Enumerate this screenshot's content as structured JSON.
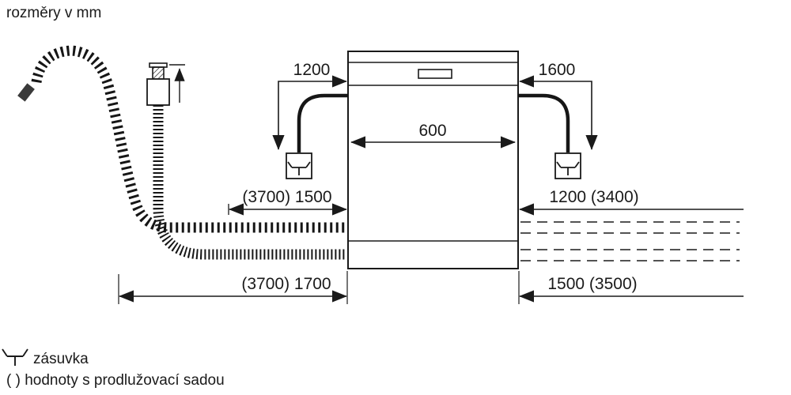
{
  "title": "rozměry v mm",
  "colors": {
    "line": "#1a1a1a",
    "text": "#1a1a1a",
    "background": "#ffffff"
  },
  "dimensions": {
    "power_cord_left": "1200",
    "power_cord_right": "1600",
    "appliance_width": "600",
    "drain_hose_left": "(3700) 1500",
    "drain_hose_right": "1200 (3400)",
    "supply_hose_left": "(3700) 1700",
    "supply_hose_right": "1500 (3500)"
  },
  "legend": {
    "socket_icon": "socket-icon",
    "socket_label": "zásuvka",
    "extension_note": "( ) hodnoty s prodlužovací sadou"
  }
}
